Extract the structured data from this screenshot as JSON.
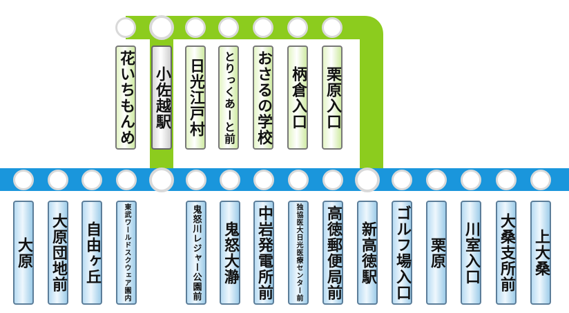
{
  "colors": {
    "upper_line": "#8ccc1e",
    "lower_line": "#1a96dc",
    "stop_fill": "#ffffff",
    "stop_ring": "#d9d9d9"
  },
  "upper_stations": [
    {
      "name": "花いちもんめ",
      "junction": false,
      "style": "green"
    },
    {
      "name": "小佐越駅",
      "junction": true,
      "style": "gray"
    },
    {
      "name": "日光江戸村",
      "junction": false,
      "style": "green"
    },
    {
      "name": "とりっくあーと前",
      "junction": false,
      "style": "green"
    },
    {
      "name": "おさるの学校",
      "junction": false,
      "style": "green"
    },
    {
      "name": "柄倉入口",
      "junction": false,
      "style": "green"
    },
    {
      "name": "栗原入口",
      "junction": false,
      "style": "green"
    }
  ],
  "lower_stations": [
    {
      "name": "大原",
      "junction": false
    },
    {
      "name": "大原団地前",
      "junction": false
    },
    {
      "name": "自由ヶ丘",
      "junction": false
    },
    {
      "name": "東武ワールドスクウェア園内",
      "junction": false
    },
    {
      "name": "",
      "junction": true
    },
    {
      "name": "鬼怒川レジャー公園前",
      "junction": false
    },
    {
      "name": "鬼怒大瀞",
      "junction": false
    },
    {
      "name": "中岩発電所前",
      "junction": false
    },
    {
      "name": "独協医大日光医療センター前",
      "junction": false
    },
    {
      "name": "高徳郵便局前",
      "junction": false
    },
    {
      "name": "新高徳駅",
      "junction": true
    },
    {
      "name": "ゴルフ場入口",
      "junction": false
    },
    {
      "name": "栗原",
      "junction": false
    },
    {
      "name": "川室入口",
      "junction": false
    },
    {
      "name": "大桑支所前",
      "junction": false
    },
    {
      "name": "上大桑",
      "junction": false
    }
  ]
}
